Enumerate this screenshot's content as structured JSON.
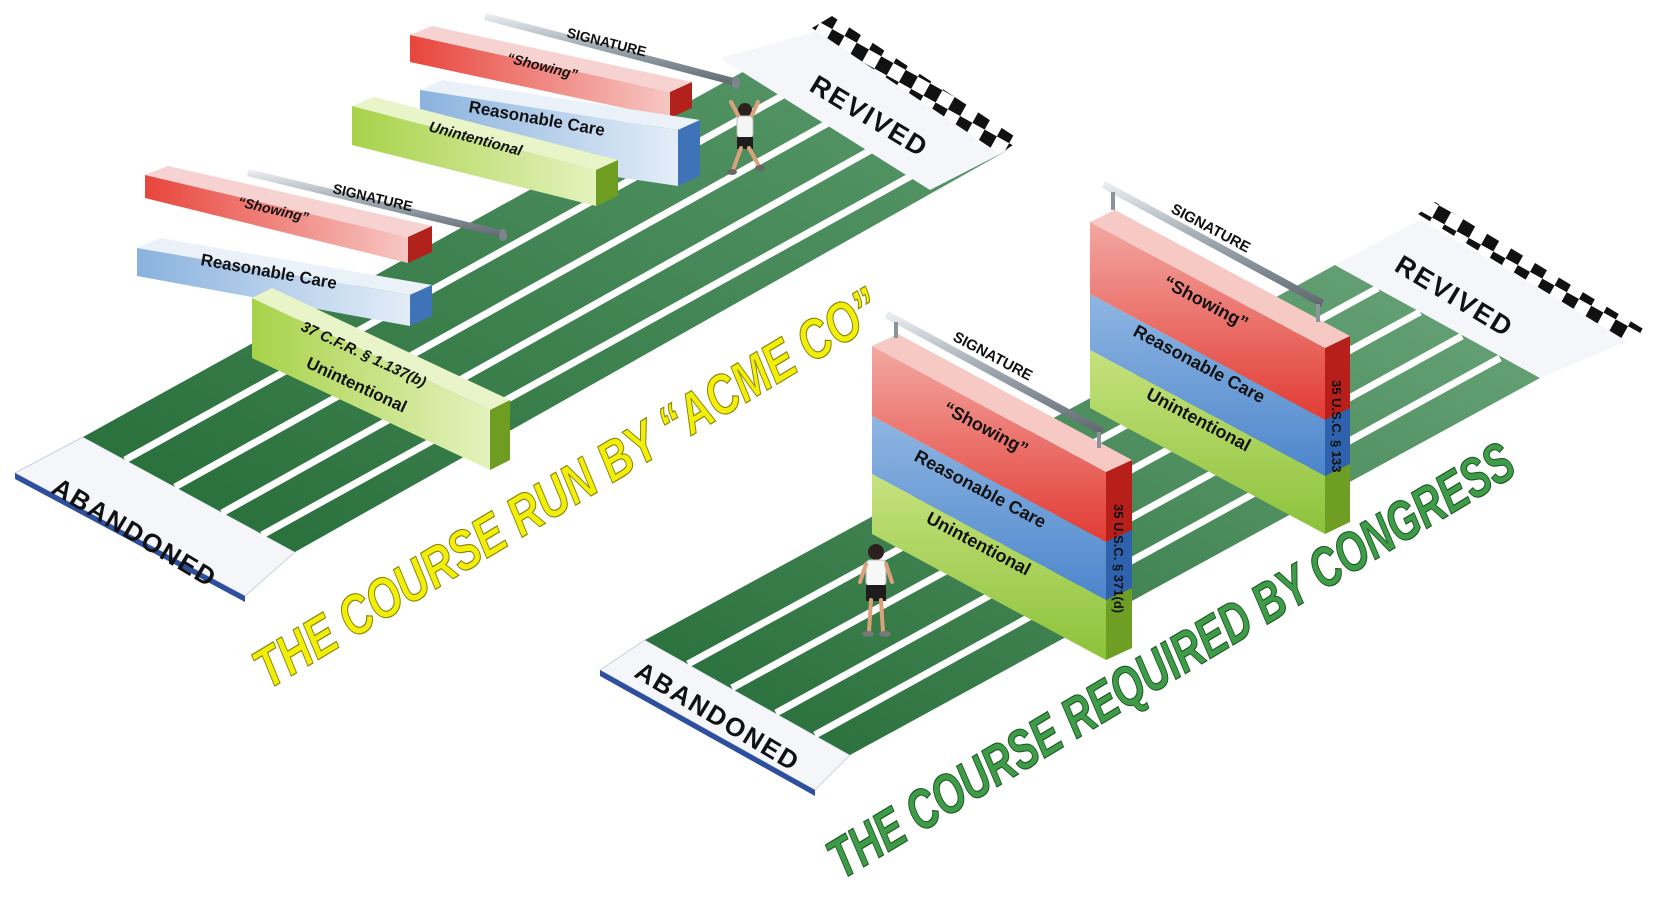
{
  "left_course": {
    "title": "THE COURSE RUN BY “ACME CO”",
    "start_label": "ABANDONED",
    "finish_label": "REVIVED",
    "barrier_set_1": {
      "signature": "SIGNATURE",
      "showing": "“Showing”",
      "reasonable_care": "Reasonable Care",
      "unintentional": "Unintentional",
      "citation": "37 C.F.R. § 1.137(b)"
    },
    "barrier_set_2": {
      "signature": "SIGNATURE",
      "showing": "“Showing”",
      "reasonable_care": "Reasonable Care",
      "unintentional": "Unintentional"
    }
  },
  "right_course": {
    "title": "THE COURSE REQUIRED BY CONGRESS",
    "start_label": "ABANDONED",
    "finish_label": "REVIVED",
    "wall_1": {
      "signature": "SIGNATURE",
      "showing": "“Showing”",
      "reasonable_care": "Reasonable Care",
      "unintentional": "Unintentional",
      "citation": "35 U.S.C. § 371(d)"
    },
    "wall_2": {
      "signature": "SIGNATURE",
      "showing": "“Showing”",
      "reasonable_care": "Reasonable Care",
      "unintentional": "Unintentional",
      "citation": "35 U.S.C. § 133"
    }
  },
  "colors": {
    "track_green": "#2f7f45",
    "track_green_light": "#6aa57a",
    "lane_line": "#ffffff",
    "red_bar": "#e2403a",
    "blue_bar": "#4f8ad0",
    "green_bar": "#9ccb3b",
    "left_title": "#f2ee0c",
    "right_title": "#3e9b47",
    "rail": "#9aa4ad"
  }
}
